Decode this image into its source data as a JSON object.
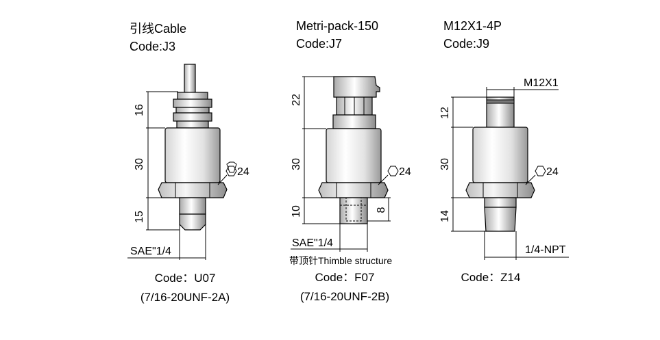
{
  "variants": [
    {
      "title_line1": "引线Cable",
      "title_line2": "Code:J3",
      "dims": [
        "16",
        "30",
        "15"
      ],
      "hex_label": "24",
      "thread_label": "SAE\"1/4",
      "code_label": "Code：U07",
      "spec_label": "(7/16-20UNF-2A)"
    },
    {
      "title_line1": "Metri-pack-150",
      "title_line2": "Code:J7",
      "dims": [
        "22",
        "30",
        "10",
        "8"
      ],
      "hex_label": "24",
      "thread_label": "SAE\"1/4",
      "note_label": "带顶针Thimble structure",
      "code_label": "Code：F07",
      "spec_label": "(7/16-20UNF-2B)"
    },
    {
      "title_line1": "M12X1-4P",
      "title_line2": "Code:J9",
      "top_label": "M12X1",
      "dims": [
        "12",
        "30",
        "14"
      ],
      "hex_label": "24",
      "thread_label": "1/4-NPT",
      "code_label": "Code：Z14"
    }
  ]
}
